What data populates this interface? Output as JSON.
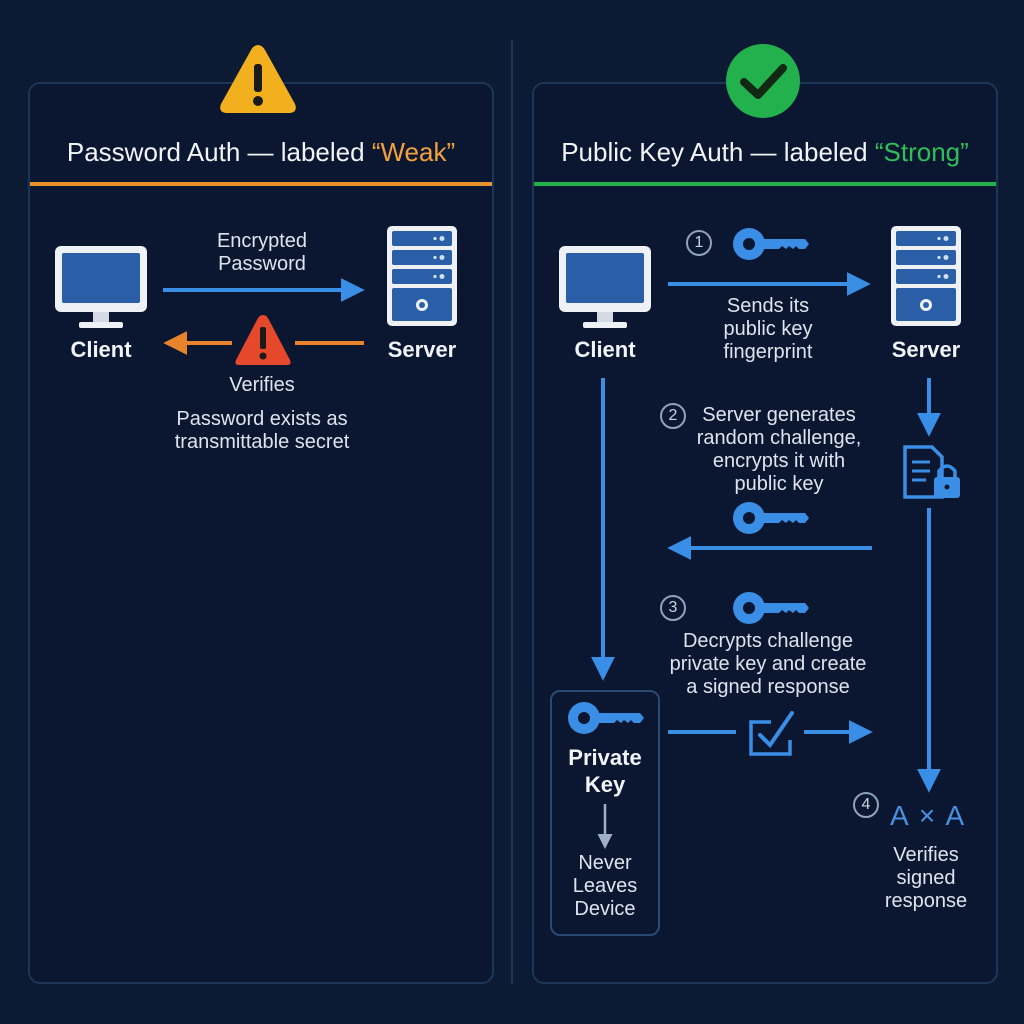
{
  "left": {
    "title_prefix": "Password Auth — labeled ",
    "title_quote": "“Weak”",
    "client_label": "Client",
    "server_label": "Server",
    "encrypted_line1": "Encrypted",
    "encrypted_line2": "Password",
    "verifies": "Verifies",
    "note_line1": "Password exists as",
    "note_line2": "transmittable secret",
    "accent": "#e8932c"
  },
  "right": {
    "title_prefix": "Public Key Auth — labeled ",
    "title_quote": "“Strong”",
    "client_label": "Client",
    "server_label": "Server",
    "step1": {
      "num": "1",
      "lines": [
        "Sends its",
        "public key",
        "fingerprint"
      ]
    },
    "step2": {
      "num": "2",
      "lines": [
        "Server generates",
        "random challenge,",
        "encrypts it with",
        "public key"
      ]
    },
    "step3": {
      "num": "3",
      "lines": [
        "Decrypts challenge",
        "private key and create",
        "a signed response"
      ]
    },
    "step4": {
      "num": "4",
      "symbol": "A × A",
      "lines": [
        "Verifies",
        "signed",
        "response"
      ]
    },
    "private_key_line1": "Private",
    "private_key_line2": "Key",
    "never_lines": [
      "Never",
      "Leaves",
      "Device"
    ],
    "accent": "#22b14c"
  },
  "colors": {
    "background": "#0c1a33",
    "arrow_blue": "#3a8ee6",
    "arrow_orange": "#e8832c",
    "warning_yellow": "#f2b01e",
    "warning_red": "#e5482a",
    "check_green": "#22b14c"
  },
  "icons": [
    "warning-icon",
    "check-circle-icon",
    "monitor-icon",
    "server-icon",
    "key-icon",
    "document-lock-icon",
    "checkbox-icon"
  ]
}
